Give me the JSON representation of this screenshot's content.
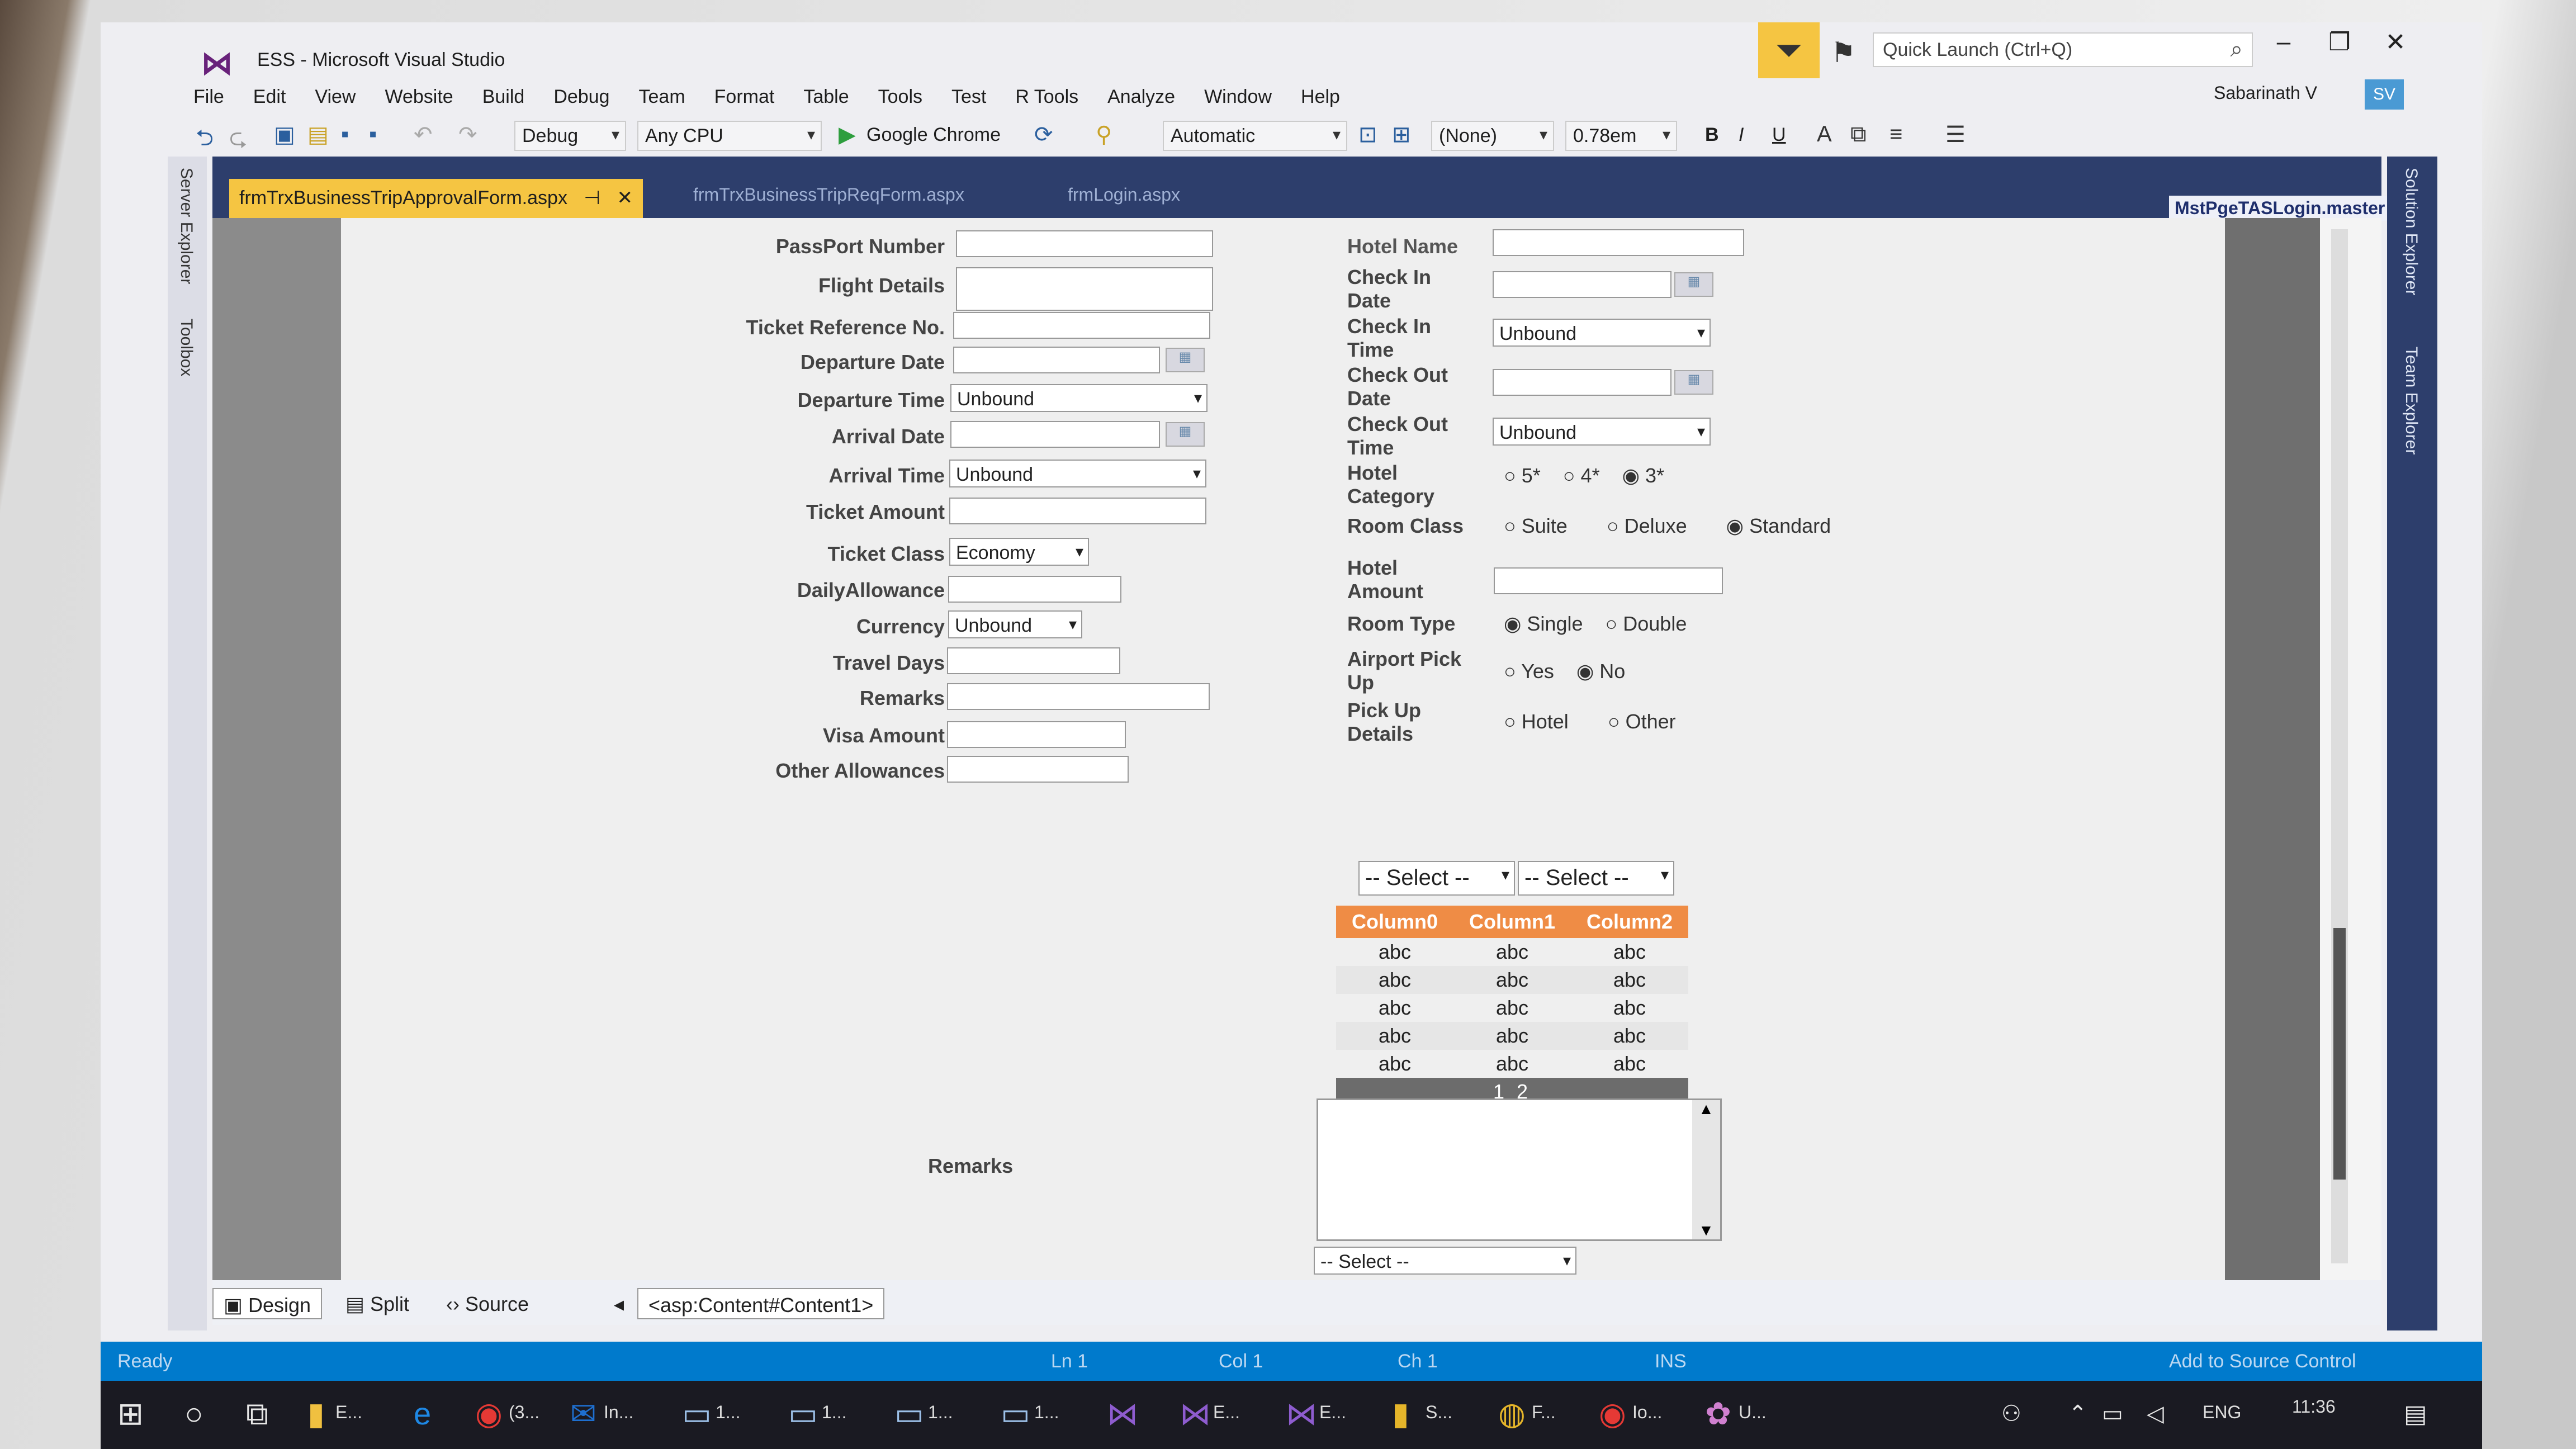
{
  "window": {
    "title": "ESS - Microsoft Visual Studio",
    "quick_launch_placeholder": "Quick Launch (Ctrl+Q)",
    "user_name": "Sabarinath V",
    "user_initials": "SV"
  },
  "menu": [
    "File",
    "Edit",
    "View",
    "Website",
    "Build",
    "Debug",
    "Team",
    "Format",
    "Table",
    "Tools",
    "Test",
    "R Tools",
    "Analyze",
    "Window",
    "Help"
  ],
  "toolbar": {
    "config": "Debug",
    "platform": "Any CPU",
    "run_target": "Google Chrome",
    "style_mode": "Automatic",
    "style_target": "(None)",
    "font_size": "0.78em",
    "bold": "B",
    "italic": "I",
    "underline": "U"
  },
  "doc_tabs": {
    "active": "frmTrxBusinessTripApprovalForm.aspx",
    "tab2": "frmTrxBusinessTripReqForm.aspx",
    "tab3": "frmLogin.aspx",
    "master": "MstPgeTASLogin.master"
  },
  "side_panels": {
    "left1": "Server Explorer",
    "left2": "Toolbox",
    "right1": "Solution Explorer",
    "right2": "Team Explorer"
  },
  "form_left": {
    "passport": "PassPort Number",
    "flight": "Flight Details",
    "ticket_ref": "Ticket Reference No.",
    "departure_date": "Departure Date",
    "departure_time": "Departure Time",
    "arrival_date": "Arrival Date",
    "arrival_time": "Arrival Time",
    "ticket_amount": "Ticket Amount",
    "ticket_class": "Ticket Class",
    "ticket_class_value": "Economy",
    "daily_allowance": "DailyAllowance",
    "currency": "Currency",
    "travel_days": "Travel Days",
    "remarks": "Remarks",
    "visa_amount": "Visa Amount",
    "other_allowances": "Other Allowances",
    "unbound": "Unbound"
  },
  "form_right": {
    "hotel_name": "Hotel Name",
    "check_in_date": "Check In Date",
    "check_in_time": "Check In Time",
    "check_out_date": "Check Out Date",
    "check_out_time": "Check Out Time",
    "hotel_category": "Hotel Category",
    "hotel_category_options": [
      "5*",
      "4*",
      "3*"
    ],
    "room_class": "Room Class",
    "room_class_options": [
      "Suite",
      "Deluxe",
      "Standard"
    ],
    "hotel_amount": "Hotel Amount",
    "room_type": "Room Type",
    "room_type_options": [
      "Single",
      "Double"
    ],
    "airport_pickup": "Airport Pick Up",
    "airport_pickup_options": [
      "Yes",
      "No"
    ],
    "pickup_details": "Pick Up Details",
    "pickup_details_options": [
      "Hotel",
      "Other"
    ],
    "unbound": "Unbound"
  },
  "filters": {
    "select1": "-- Select --",
    "select2": "-- Select --"
  },
  "grid": {
    "columns": [
      "Column0",
      "Column1",
      "Column2"
    ],
    "rows": [
      [
        "abc",
        "abc",
        "abc"
      ],
      [
        "abc",
        "abc",
        "abc"
      ],
      [
        "abc",
        "abc",
        "abc"
      ],
      [
        "abc",
        "abc",
        "abc"
      ],
      [
        "abc",
        "abc",
        "abc"
      ]
    ],
    "pager": "1 2"
  },
  "bottom_form": {
    "remarks_label": "Remarks",
    "select": "-- Select --"
  },
  "view_tabs": {
    "design": "Design",
    "split": "Split",
    "source": "Source",
    "breadcrumb": "<asp:Content#Content1>"
  },
  "status": {
    "ready": "Ready",
    "ln": "Ln 1",
    "col": "Col 1",
    "ch": "Ch 1",
    "ins": "INS",
    "source_control": "Add to Source Control"
  },
  "taskbar": {
    "time": "11:36",
    "lang": "ENG",
    "items": [
      "E...",
      "(3...",
      "In...",
      "1...",
      "1...",
      "1...",
      "1...",
      "E...",
      "E...",
      "S...",
      "F...",
      "Io...",
      "U..."
    ]
  }
}
